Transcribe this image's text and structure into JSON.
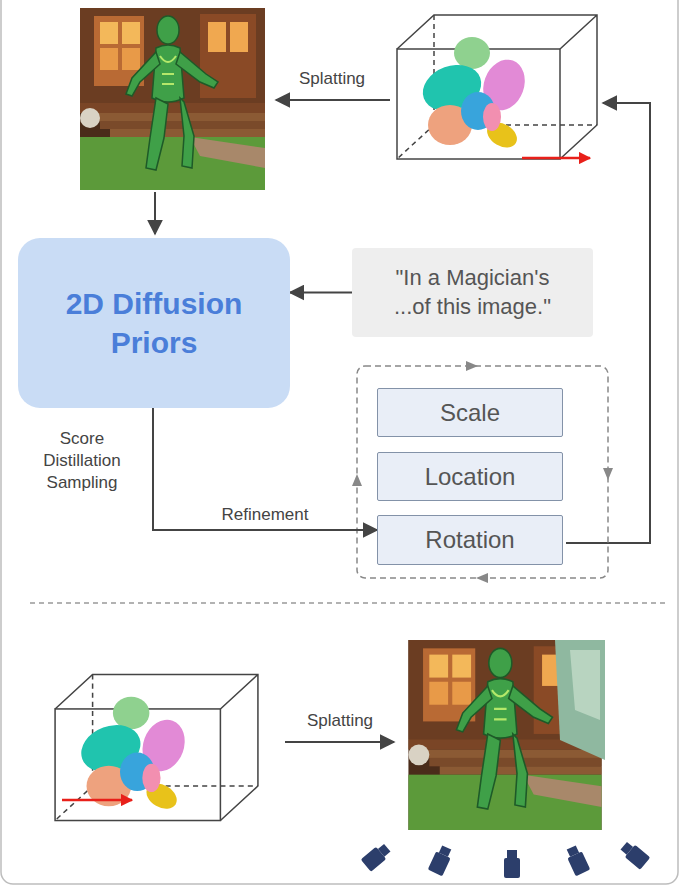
{
  "diagram": {
    "nodes": [
      {
        "text": [
          "2D Diffusion Priors"
        ]
      },
      {
        "text": [
          "\"In a Magician's ...of this image.\""
        ]
      },
      {
        "text": [
          "Scale"
        ]
      },
      {
        "text": [
          "Location"
        ]
      },
      {
        "text": [
          "Rotation"
        ]
      }
    ],
    "edges": [
      {
        "from": 1,
        "to": 0,
        "arrow": "to"
      },
      {
        "from": 0,
        "to": 4,
        "label": "Refinement",
        "arrow": "to"
      }
    ],
    "labels": [
      "Splatting",
      "Score Distillation Sampling",
      "Splatting"
    ]
  }
}
